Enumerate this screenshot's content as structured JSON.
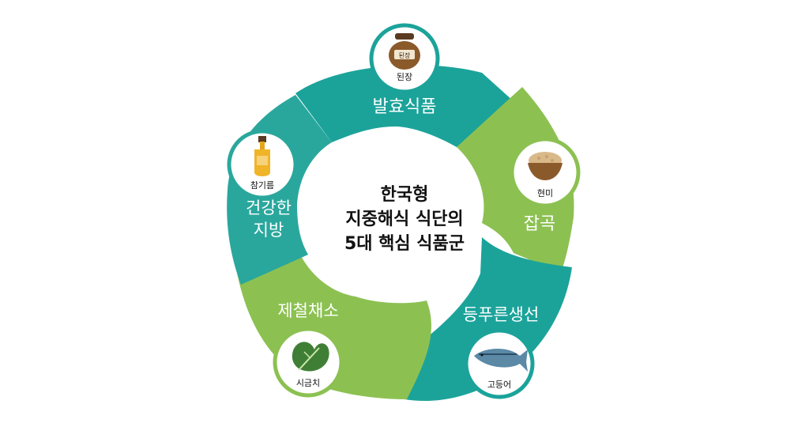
{
  "center": {
    "title_lines": [
      "한국형",
      "지중해식 식단의",
      "5대 핵심 식품군"
    ]
  },
  "segments": [
    {
      "label_lines": [
        "발효식품"
      ],
      "item": "된장",
      "jar_label": "된장",
      "icon": "doenjang-jar-icon",
      "color": "#1ba39a"
    },
    {
      "label_lines": [
        "잡곡"
      ],
      "item": "현미",
      "icon": "rice-bowl-icon",
      "color": "#8cc152"
    },
    {
      "label_lines": [
        "등푸른생선"
      ],
      "item": "고등어",
      "icon": "mackerel-icon",
      "color": "#1ba39a"
    },
    {
      "label_lines": [
        "제철채소"
      ],
      "item": "시금치",
      "icon": "spinach-icon",
      "color": "#8cc152"
    },
    {
      "label_lines": [
        "건강한",
        "지방"
      ],
      "item": "참기름",
      "icon": "sesame-oil-bottle-icon",
      "color": "#2aa79d"
    }
  ],
  "colors": {
    "teal": "#1ba39a",
    "green": "#8cc152",
    "center_bg": "#ffffff",
    "title_text": "#111111",
    "label_text": "#ffffff"
  }
}
